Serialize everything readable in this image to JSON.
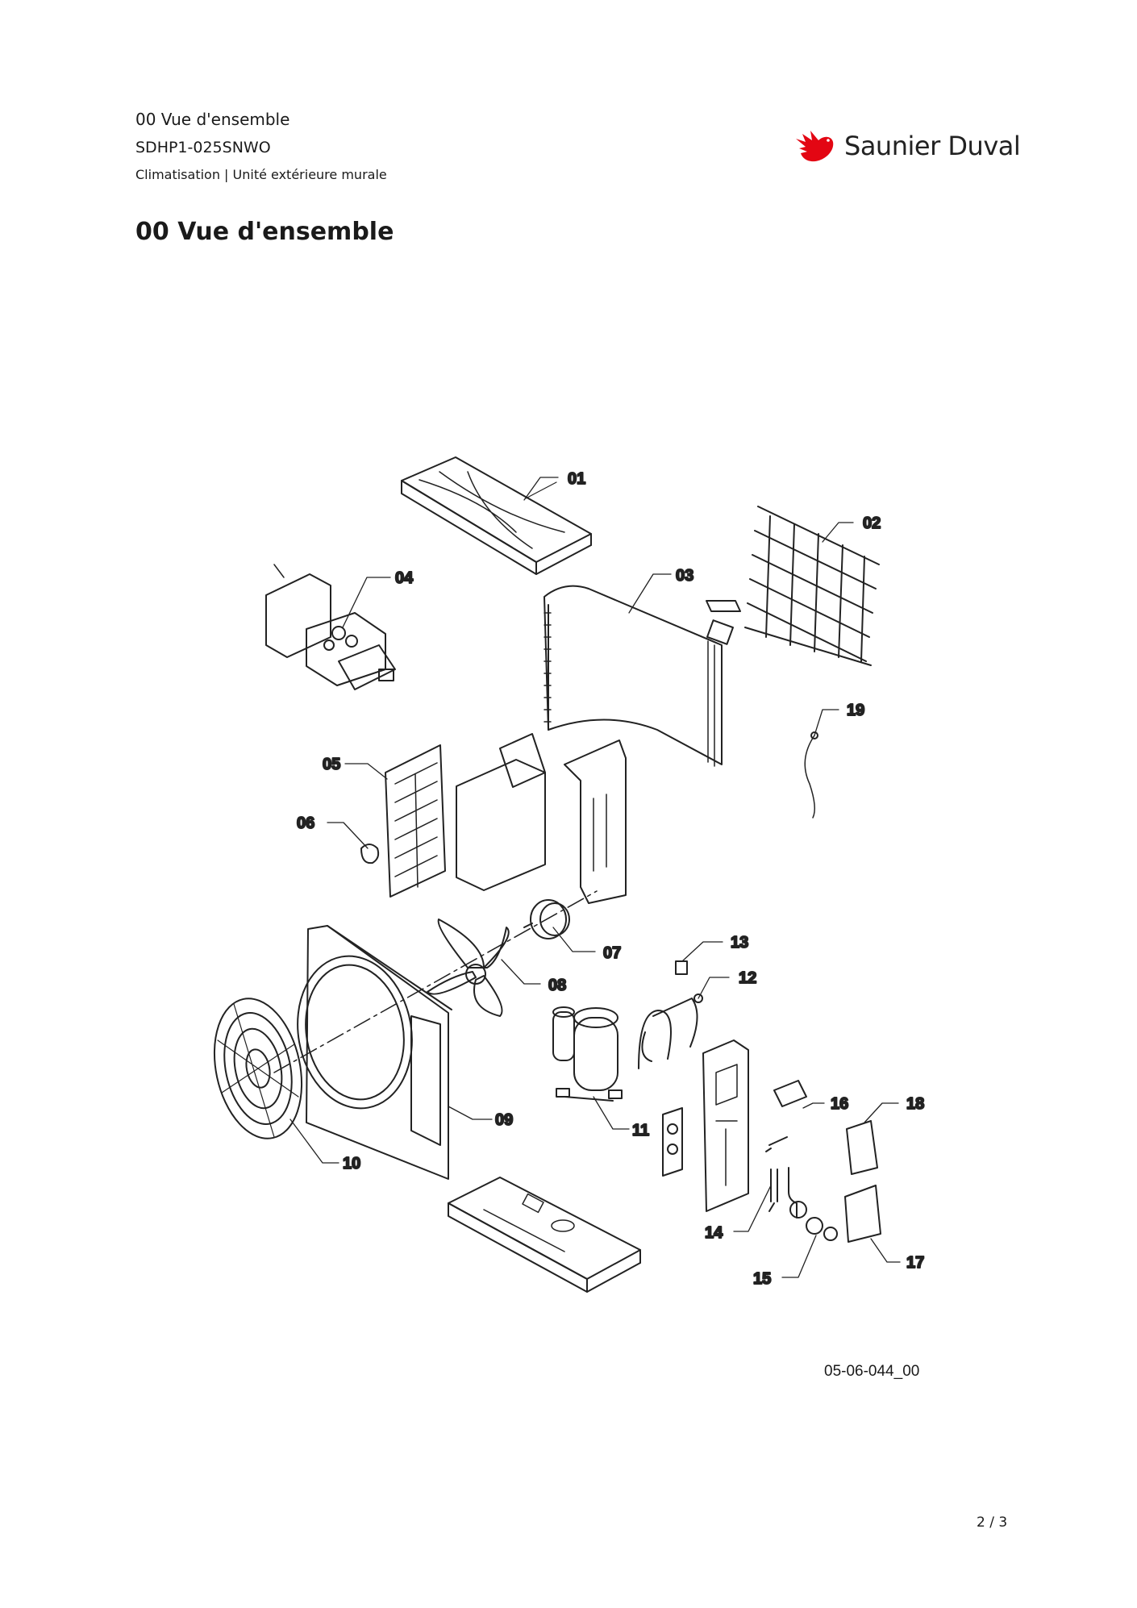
{
  "header": {
    "section_title": "00 Vue d'ensemble",
    "model": "SDHP1-025SNWO",
    "category": "Climatisation | Unité extérieure murale"
  },
  "brand": {
    "name": "Saunier Duval",
    "logo_color": "#e30613"
  },
  "page_title": "00 Vue d'ensemble",
  "diagram": {
    "parts": [
      "01",
      "02",
      "03",
      "04",
      "05",
      "06",
      "07",
      "08",
      "09",
      "10",
      "11",
      "12",
      "13",
      "14",
      "15",
      "16",
      "17",
      "18",
      "19"
    ]
  },
  "drawing_ref": "05-06-044_00",
  "page_number": "2 / 3"
}
